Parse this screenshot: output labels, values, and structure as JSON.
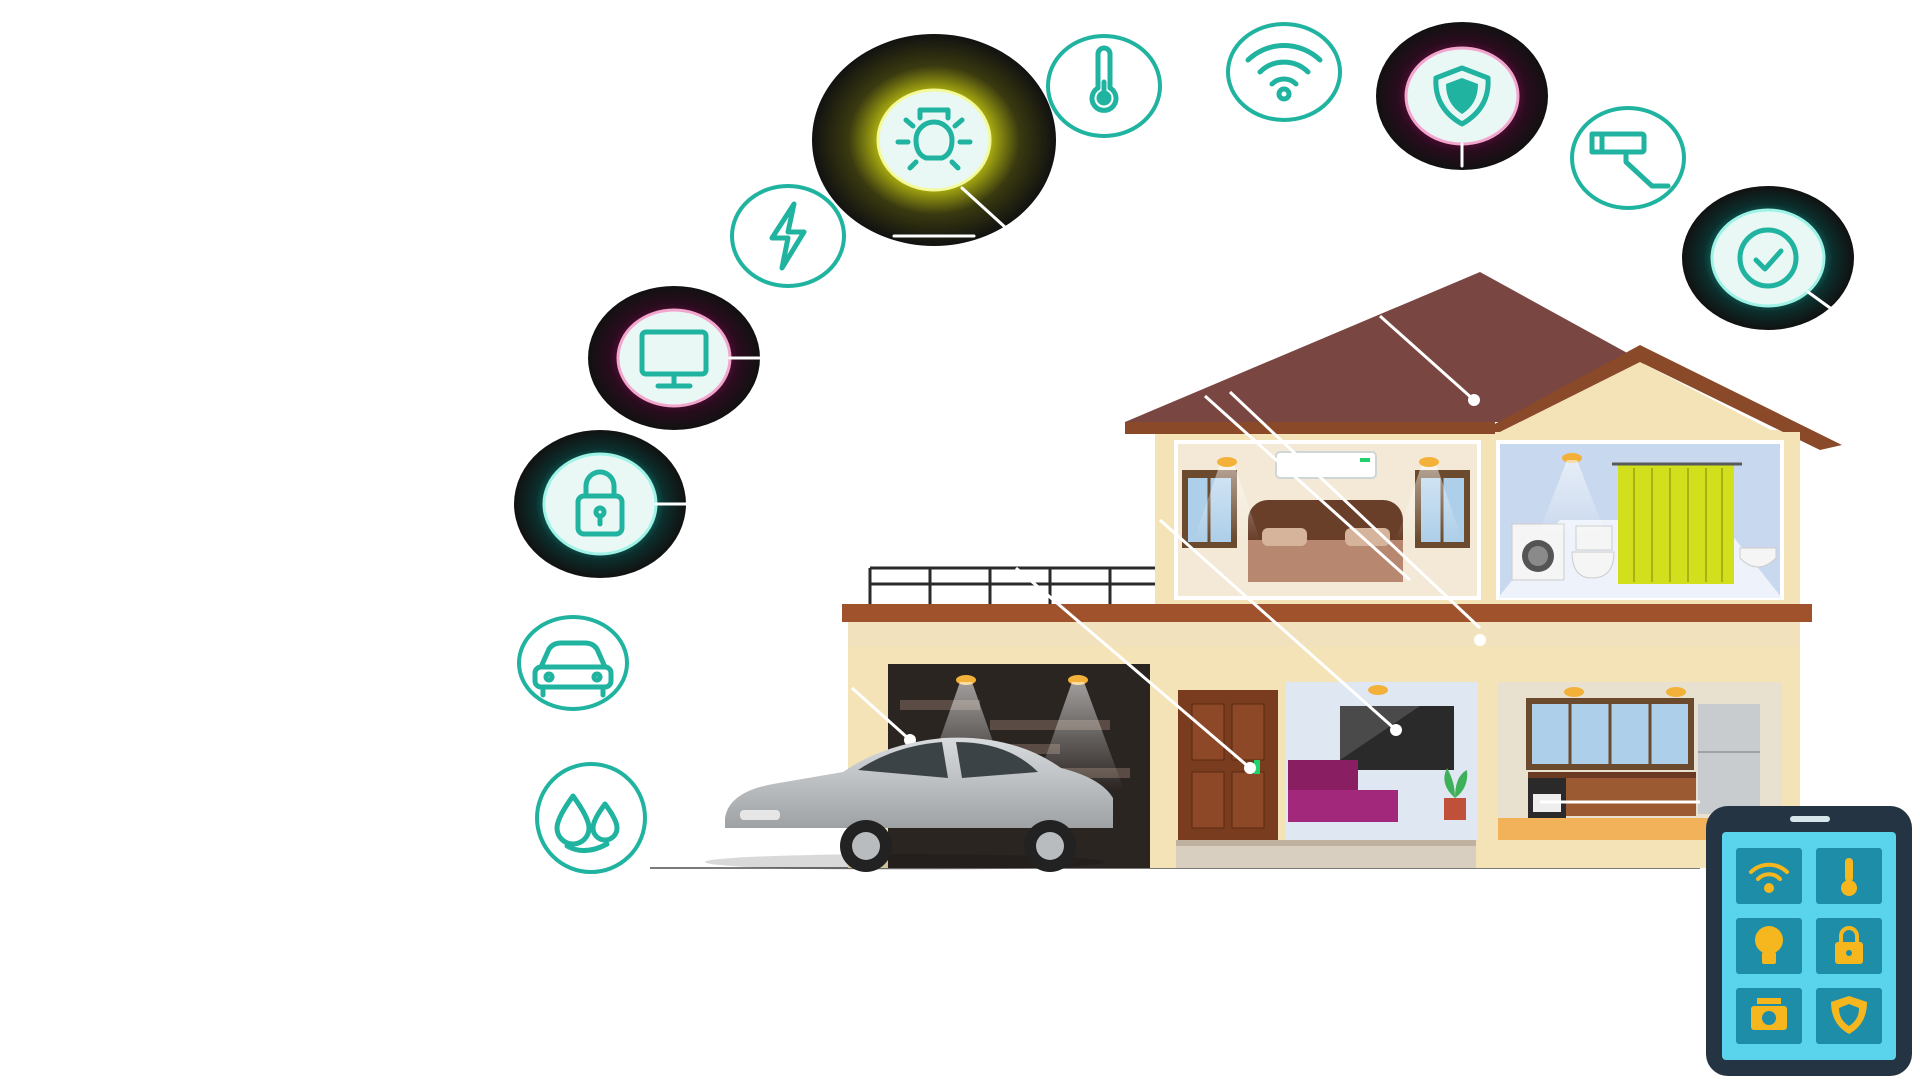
{
  "colors": {
    "background": "#ffffff",
    "icon_teal": "#1fb3a0",
    "icon_ring_fill": "#eaf8f5",
    "glow_yellow": "#eaf000",
    "glow_magenta": "#b0106a",
    "glow_cyan": "#1ee6d0",
    "dark_badge": "#151515",
    "roof": "#7a4642",
    "roof_trim": "#8a4a2a",
    "house_wall": "#f4e3b6",
    "house_trim": "#a0522d",
    "bedroom_wall": "#f3e9d6",
    "bathroom_tile": "#c8d8ee",
    "shower_curtain": "#d2df1c",
    "garage_dark": "#2b2522",
    "living_room": "#dfe7f3",
    "kitchen": "#e9e1cf",
    "sofa": "#8a1e62",
    "car": "#bfc2c4",
    "tablet_frame": "#243443",
    "tablet_screen": "#5ad4ec",
    "tablet_tile": "#1e8ea8",
    "tablet_icon": "#f6b61e",
    "floor_line": "#7b7b7b",
    "connector": "#ffffff"
  },
  "feature_icons": [
    {
      "name": "light-bulb-icon",
      "glow": "yellow",
      "emphasis": "highlight"
    },
    {
      "name": "thermometer-icon",
      "glow": "none"
    },
    {
      "name": "wifi-icon",
      "glow": "none"
    },
    {
      "name": "shield-icon",
      "glow": "magenta",
      "emphasis": "highlight"
    },
    {
      "name": "security-camera-icon",
      "glow": "none"
    },
    {
      "name": "clock-check-icon",
      "glow": "cyan",
      "emphasis": "highlight"
    },
    {
      "name": "lightning-icon",
      "glow": "none"
    },
    {
      "name": "monitor-icon",
      "glow": "magenta",
      "emphasis": "highlight"
    },
    {
      "name": "padlock-icon",
      "glow": "cyan",
      "emphasis": "highlight"
    },
    {
      "name": "car-icon",
      "glow": "none"
    },
    {
      "name": "water-drops-icon",
      "glow": "none"
    }
  ],
  "tablet_icons": [
    "wifi-icon",
    "thermometer-icon",
    "light-bulb-icon",
    "padlock-icon",
    "security-camera-icon",
    "shield-icon"
  ]
}
